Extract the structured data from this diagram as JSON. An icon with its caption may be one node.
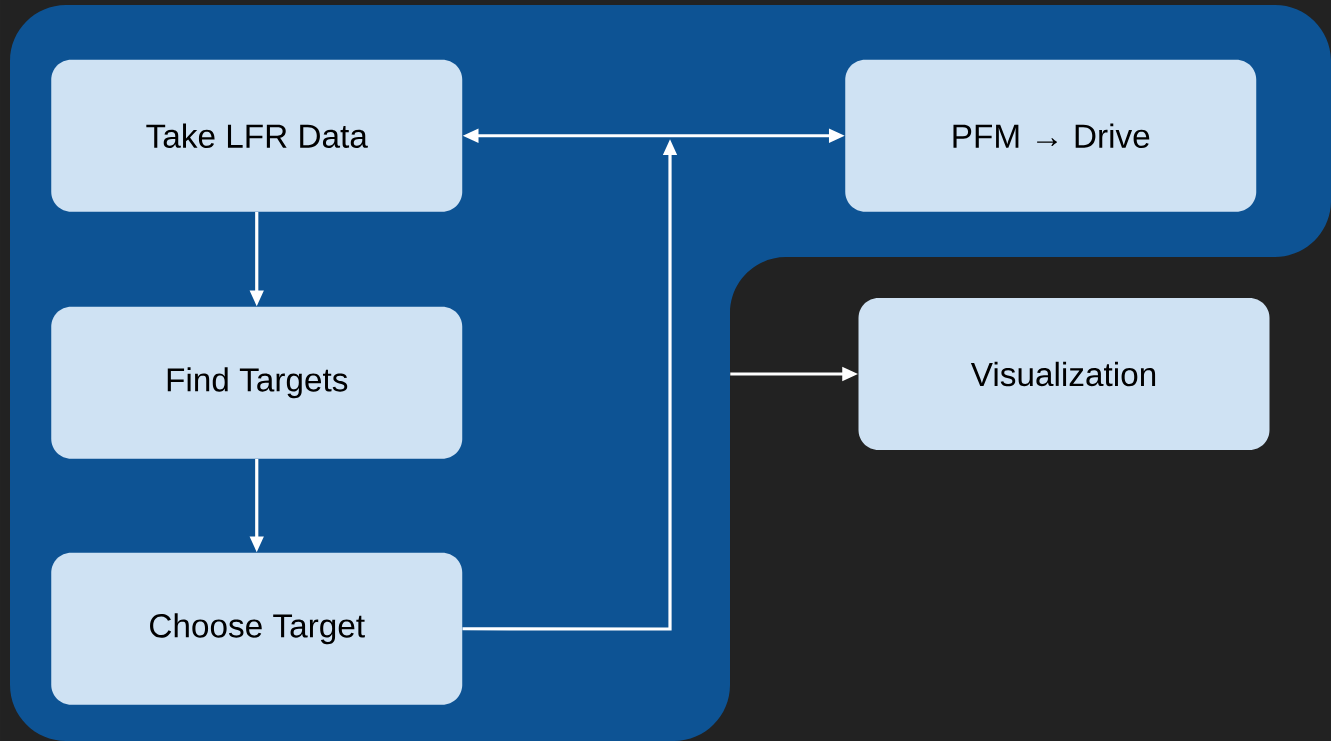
{
  "diagram": {
    "nodes": [
      {
        "text": [],
        "shape": "box"
      },
      {
        "text": [
          "Take LFR Data"
        ],
        "in": 0
      },
      {
        "text": [
          "PFM → Drive"
        ],
        "in": 0
      },
      {
        "text": [
          "Find Targets"
        ],
        "in": 0
      },
      {
        "text": [
          "Choose Target"
        ],
        "in": 0
      },
      {
        "text": [
          "Visualization"
        ]
      }
    ],
    "edges": [
      {
        "from": 1,
        "to": 2,
        "arrow": "both"
      },
      {
        "from": 1,
        "to": 3,
        "arrow": "to"
      },
      {
        "from": 3,
        "to": 4,
        "arrow": "to"
      },
      {
        "from": 4,
        "to": null,
        "arrow": "to"
      },
      {
        "from": 0,
        "to": 5,
        "arrow": "to"
      }
    ]
  }
}
